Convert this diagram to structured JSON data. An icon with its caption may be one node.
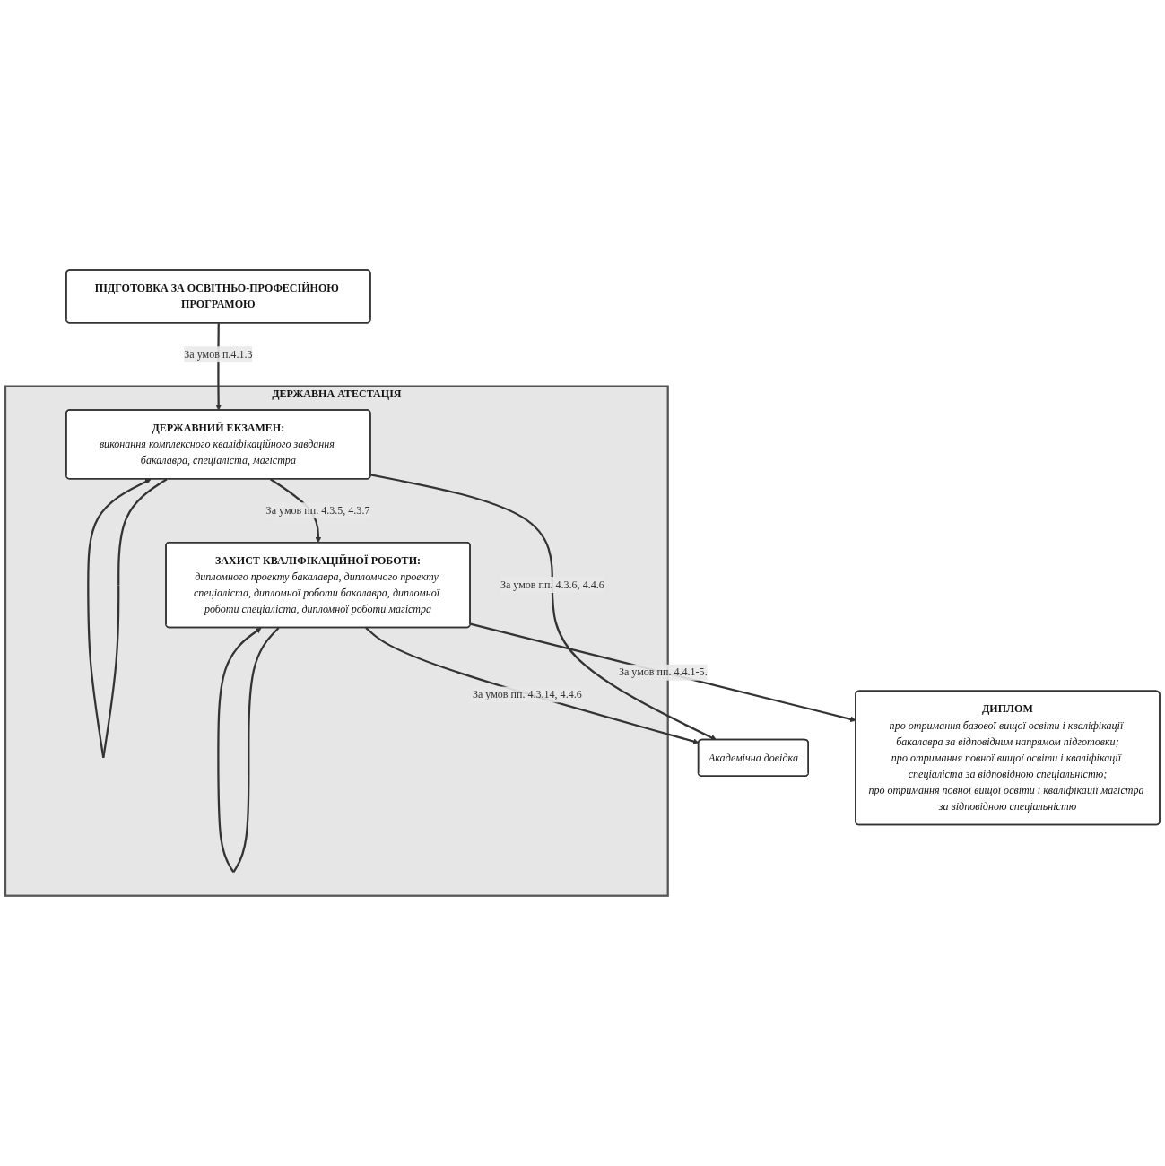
{
  "diagram": {
    "nodes": [
      {
        "text": [
          "ПІДГОТОВКА ЗА ОСВІТНЬО-ПРОФЕСІЙНОЮ ПРОГРАМОЮ"
        ]
      },
      {
        "text": [
          "ДЕРЖАВНА АТЕСТАЦІЯ"
        ]
      },
      {
        "text": [
          "ДЕРЖАВНИЙ ЕКЗАМЕН:",
          "виконання комплексного кваліфікаційного завдання бакалавра, спеціаліста, магістра"
        ],
        "in": 1
      },
      {
        "text": [
          "ЗАХИСТ КВАЛІФІКАЦІЙНОЇ РОБОТИ:",
          "дипломного проекту бакалавра, дипломного проекту спеціаліста, дипломної роботи бакалавра, дипломної роботи спеціаліста, дипломної роботи магістра"
        ],
        "in": 1
      },
      {
        "text": [
          "Академічна довідка"
        ]
      },
      {
        "text": [
          "ДИПЛОМ",
          "про отримання базової вищої освіти і кваліфікації бакалавра за відповідним напрямом підготовки;",
          "про отримання повної вищої освіти і кваліфікації спеціаліста за відповідною спеціальністю;",
          "про отримання повної вищої освіти і кваліфікації магістра за відповідною спеціальністю"
        ]
      }
    ],
    "edges": [
      {
        "from": 0,
        "to": 2,
        "arrow": "to",
        "label": "За умов п.4.1.3"
      },
      {
        "from": 2,
        "to": 2,
        "arrow": "to"
      },
      {
        "from": 2,
        "to": 4,
        "arrow": "to",
        "label": "За умов пп. 4.3.6, 4.4.6"
      },
      {
        "from": 2,
        "to": 3,
        "arrow": "to",
        "label": "За умов пп. 4.3.5, 4.3.7"
      },
      {
        "from": 3,
        "to": 3,
        "arrow": "to"
      },
      {
        "from": 3,
        "to": 4,
        "arrow": "to",
        "label": "За умов пп. 4.3.14, 4.4.6"
      },
      {
        "from": 3,
        "to": 5,
        "arrow": "to",
        "label": "За умов пп. 4.4.1-5."
      }
    ]
  }
}
